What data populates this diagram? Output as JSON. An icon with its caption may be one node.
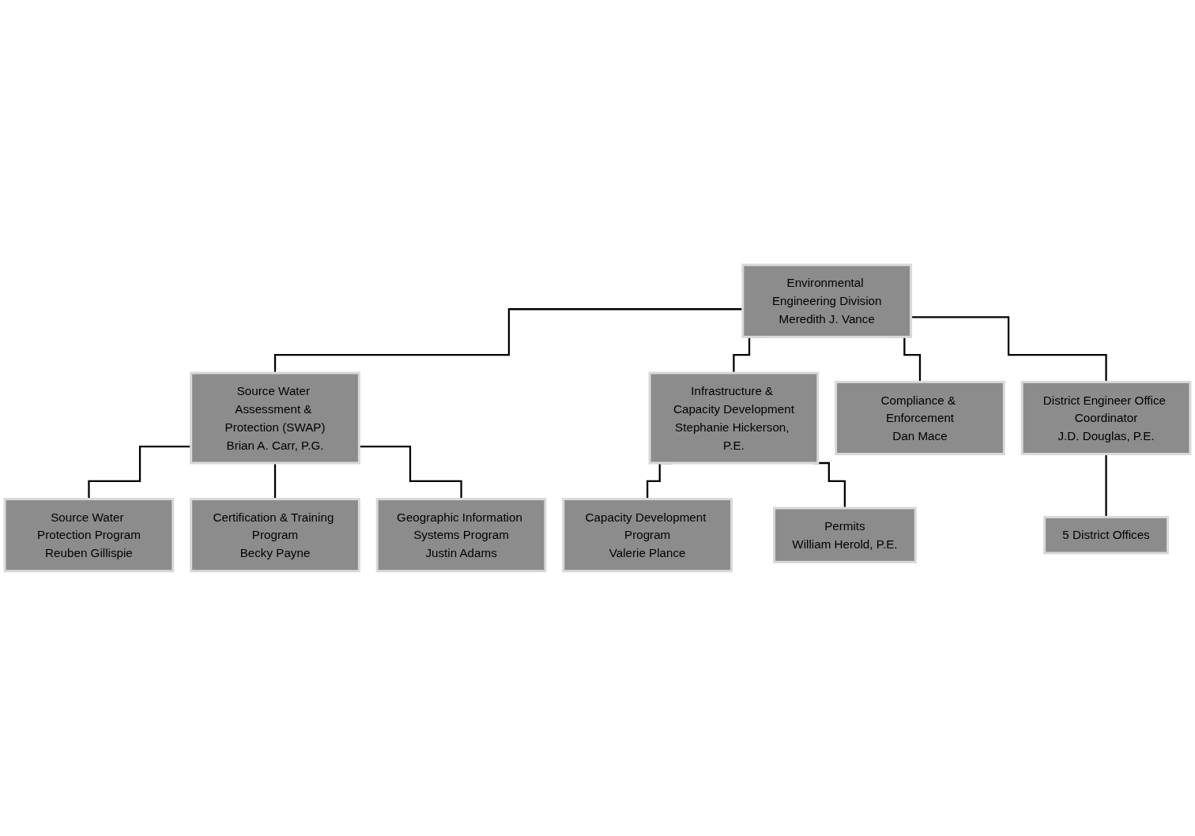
{
  "diagram": {
    "nodes": [
      {
        "text": [
          "Environmental Engineering Division",
          "Meredith J. Vance"
        ]
      },
      {
        "text": [
          "Source Water Assessment & Protection (SWAP)",
          "Brian A. Carr, P.G."
        ]
      },
      {
        "text": [
          "Infrastructure & Capacity Development",
          "Stephanie Hickerson, P.E."
        ]
      },
      {
        "text": [
          "Compliance & Enforcement",
          "Dan Mace"
        ]
      },
      {
        "text": [
          "District Engineer Office Coordinator",
          "J.D. Douglas, P.E."
        ]
      },
      {
        "text": [
          "Source Water Protection Program",
          "Reuben Gillispie"
        ]
      },
      {
        "text": [
          "Certification & Training Program",
          "Becky Payne"
        ]
      },
      {
        "text": [
          "Geographic Information Systems Program",
          "Justin Adams"
        ]
      },
      {
        "text": [
          "Capacity Development Program",
          "Valerie Plance"
        ]
      },
      {
        "text": [
          "Permits",
          "William Herold, P.E."
        ]
      },
      {
        "text": [
          "5 District Offices"
        ]
      }
    ],
    "edges": [
      {
        "from": 0,
        "to": 1,
        "arrow": "none"
      },
      {
        "from": 0,
        "to": 2,
        "arrow": "none"
      },
      {
        "from": 0,
        "to": 3,
        "arrow": "none"
      },
      {
        "from": 0,
        "to": 4,
        "arrow": "none"
      },
      {
        "from": 1,
        "to": 5,
        "arrow": "none"
      },
      {
        "from": 1,
        "to": 6,
        "arrow": "none"
      },
      {
        "from": 1,
        "to": 7,
        "arrow": "none"
      },
      {
        "from": 2,
        "to": 8,
        "arrow": "none"
      },
      {
        "from": 2,
        "to": 9,
        "arrow": "none"
      },
      {
        "from": 4,
        "to": 10,
        "arrow": "none"
      }
    ]
  }
}
